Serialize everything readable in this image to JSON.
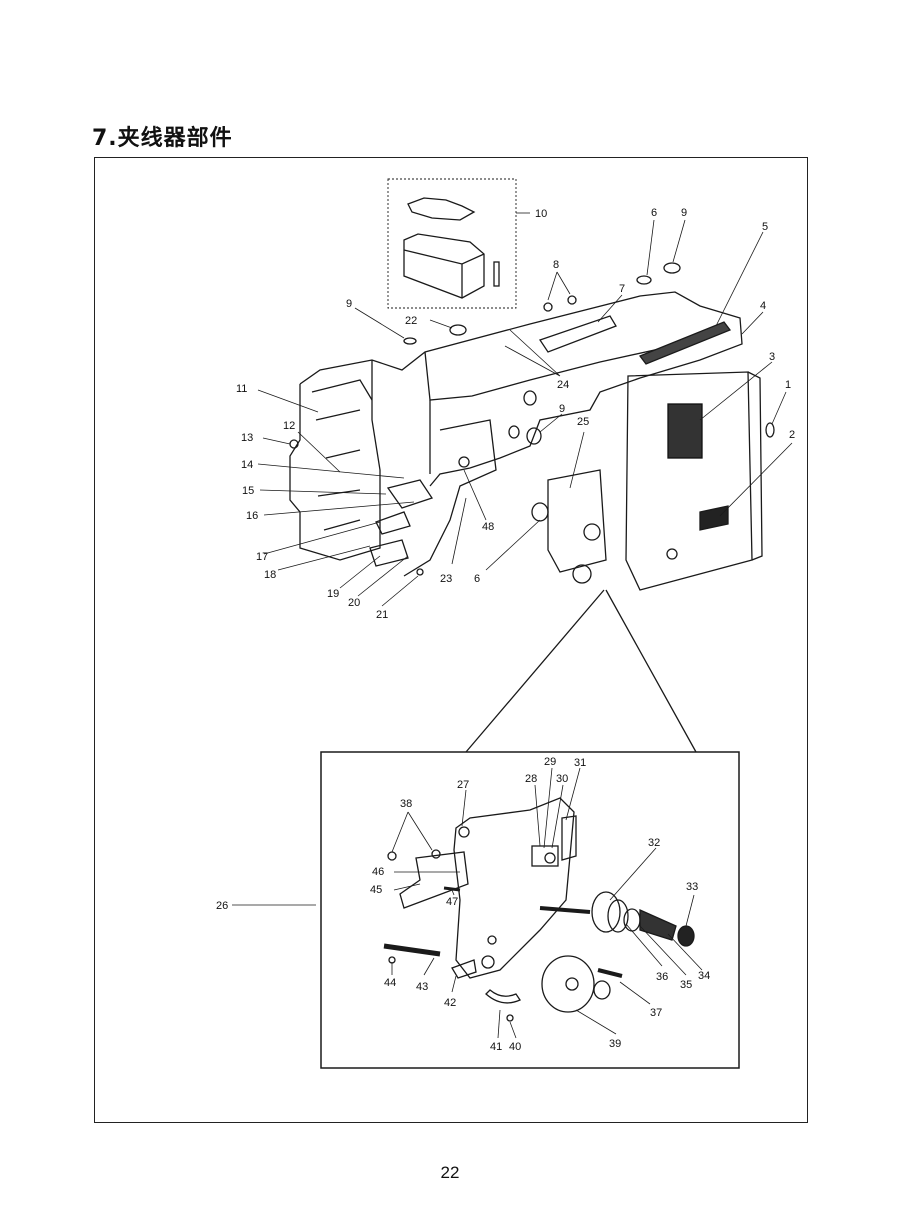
{
  "page": {
    "title": "7.夹线器部件",
    "page_number": "22"
  },
  "part_labels": [
    {
      "id": "p10",
      "text": "10"
    },
    {
      "id": "p6a",
      "text": "6"
    },
    {
      "id": "p9a",
      "text": "9"
    },
    {
      "id": "p5",
      "text": "5"
    },
    {
      "id": "p8",
      "text": "8"
    },
    {
      "id": "p7",
      "text": "7"
    },
    {
      "id": "p4",
      "text": "4"
    },
    {
      "id": "p9b",
      "text": "9"
    },
    {
      "id": "p22",
      "text": "22"
    },
    {
      "id": "p24",
      "text": "24"
    },
    {
      "id": "p3",
      "text": "3"
    },
    {
      "id": "p1",
      "text": "1"
    },
    {
      "id": "p11",
      "text": "11"
    },
    {
      "id": "p9c",
      "text": "9"
    },
    {
      "id": "p25",
      "text": "25"
    },
    {
      "id": "p2",
      "text": "2"
    },
    {
      "id": "p12",
      "text": "12"
    },
    {
      "id": "p13",
      "text": "13"
    },
    {
      "id": "p14",
      "text": "14"
    },
    {
      "id": "p15",
      "text": "15"
    },
    {
      "id": "p16",
      "text": "16"
    },
    {
      "id": "p48",
      "text": "48"
    },
    {
      "id": "p17",
      "text": "17"
    },
    {
      "id": "p18",
      "text": "18"
    },
    {
      "id": "p23",
      "text": "23"
    },
    {
      "id": "p6b",
      "text": "6"
    },
    {
      "id": "p19",
      "text": "19"
    },
    {
      "id": "p20",
      "text": "20"
    },
    {
      "id": "p21",
      "text": "21"
    },
    {
      "id": "p29",
      "text": "29"
    },
    {
      "id": "p28",
      "text": "28"
    },
    {
      "id": "p30",
      "text": "30"
    },
    {
      "id": "p31",
      "text": "31"
    },
    {
      "id": "p27",
      "text": "27"
    },
    {
      "id": "p38",
      "text": "38"
    },
    {
      "id": "p32",
      "text": "32"
    },
    {
      "id": "p46",
      "text": "46"
    },
    {
      "id": "p33",
      "text": "33"
    },
    {
      "id": "p45",
      "text": "45"
    },
    {
      "id": "p26",
      "text": "26"
    },
    {
      "id": "p47",
      "text": "47"
    },
    {
      "id": "p36",
      "text": "36"
    },
    {
      "id": "p34",
      "text": "34"
    },
    {
      "id": "p35",
      "text": "35"
    },
    {
      "id": "p44",
      "text": "44"
    },
    {
      "id": "p43",
      "text": "43"
    },
    {
      "id": "p42",
      "text": "42"
    },
    {
      "id": "p37",
      "text": "37"
    },
    {
      "id": "p41",
      "text": "41"
    },
    {
      "id": "p40",
      "text": "40"
    },
    {
      "id": "p39",
      "text": "39"
    }
  ]
}
